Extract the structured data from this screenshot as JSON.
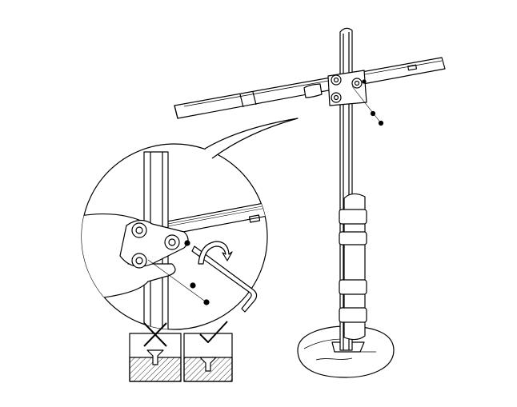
{
  "diagram": {
    "type": "assembly-instruction",
    "colors": {
      "line": "#000000",
      "background": "#ffffff",
      "hatch": "#000000"
    },
    "icons": [
      "cross-mark-icon",
      "check-mark-icon",
      "rotate-arrow-icon"
    ],
    "parts": [
      "lamp-pole",
      "light-arm",
      "clamp-bracket",
      "screws",
      "base",
      "cable-sleeve",
      "hex-key"
    ]
  }
}
